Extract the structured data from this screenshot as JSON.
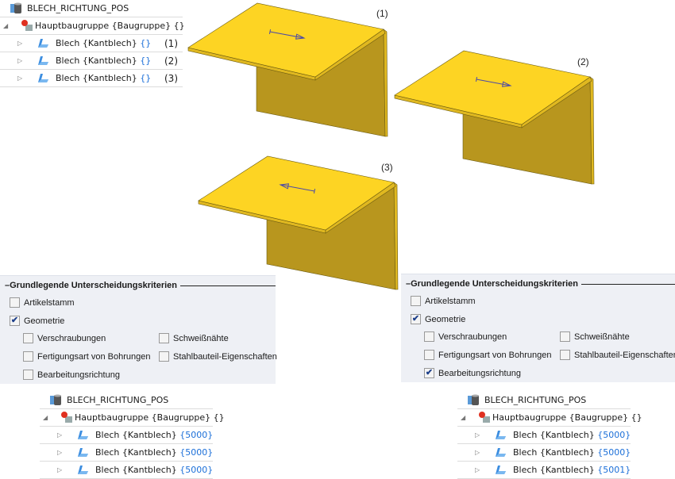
{
  "top_tree": {
    "title": "BLECH_RICHTUNG_POS",
    "group": "Hauptbaugruppe {Baugruppe} {}",
    "items": [
      {
        "name": "Blech {Kantblech}",
        "value": "{}",
        "marker": "(1)"
      },
      {
        "name": "Blech {Kantblech}",
        "value": "{}",
        "marker": "(2)"
      },
      {
        "name": "Blech {Kantblech}",
        "value": "{}",
        "marker": "(3)"
      }
    ]
  },
  "viewport": {
    "labels": [
      "(1)",
      "(2)",
      "(3)"
    ],
    "colors": {
      "top": "#fdd423",
      "side": "#b8961e",
      "edge": "#e0b820",
      "arrow": "#4a48a8"
    }
  },
  "left_panel": {
    "legend": "Grundlegende Unterscheidungskriterien",
    "artikelstamm": {
      "label": "Artikelstamm",
      "checked": false
    },
    "geometrie": {
      "label": "Geometrie",
      "checked": true
    },
    "verschraubungen": {
      "label": "Verschraubungen",
      "checked": false
    },
    "schweissnaehte": {
      "label": "Schweißnähte",
      "checked": false
    },
    "fertigungsart": {
      "label": "Fertigungsart von Bohrungen",
      "checked": false
    },
    "stahlbauteil": {
      "label": "Stahlbauteil-Eigenschaften",
      "checked": false
    },
    "bearbeitungsrichtung": {
      "label": "Bearbeitungsrichtung",
      "checked": false
    }
  },
  "right_panel": {
    "legend": "Grundlegende Unterscheidungskriterien",
    "artikelstamm": {
      "label": "Artikelstamm",
      "checked": false
    },
    "geometrie": {
      "label": "Geometrie",
      "checked": true
    },
    "verschraubungen": {
      "label": "Verschraubungen",
      "checked": false
    },
    "schweissnaehte": {
      "label": "Schweißnähte",
      "checked": false
    },
    "fertigungsart": {
      "label": "Fertigungsart von Bohrungen",
      "checked": false
    },
    "stahlbauteil": {
      "label": "Stahlbauteil-Eigenschaften",
      "checked": false
    },
    "bearbeitungsrichtung": {
      "label": "Bearbeitungsrichtung",
      "checked": true
    }
  },
  "bottom_left_tree": {
    "title": "BLECH_RICHTUNG_POS",
    "group": "Hauptbaugruppe {Baugruppe} {}",
    "items": [
      {
        "name": "Blech {Kantblech}",
        "value": "{5000}"
      },
      {
        "name": "Blech {Kantblech}",
        "value": "{5000}"
      },
      {
        "name": "Blech {Kantblech}",
        "value": "{5000}"
      }
    ]
  },
  "bottom_right_tree": {
    "title": "BLECH_RICHTUNG_POS",
    "group": "Hauptbaugruppe {Baugruppe} {}",
    "items": [
      {
        "name": "Blech {Kantblech}",
        "value": "{5000}"
      },
      {
        "name": "Blech {Kantblech}",
        "value": "{5000}"
      },
      {
        "name": "Blech {Kantblech}",
        "value": "{5001}"
      }
    ]
  }
}
